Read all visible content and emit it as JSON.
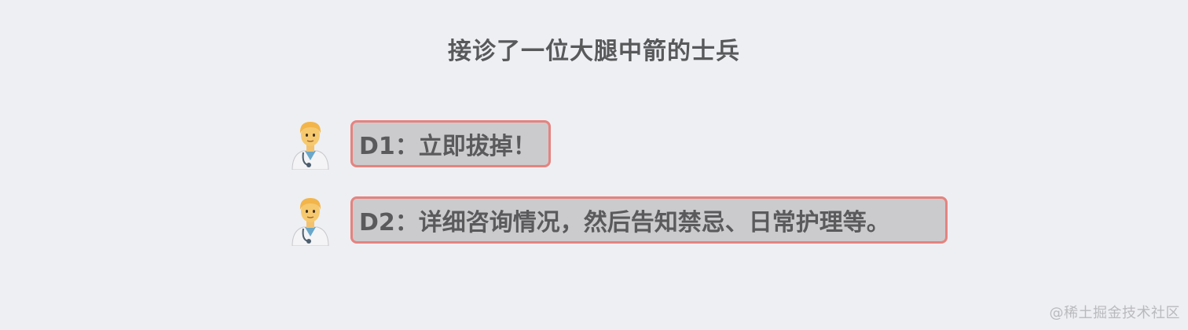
{
  "title": "接诊了一位大腿中箭的士兵",
  "doctors": [
    {
      "icon": "doctor-icon",
      "text": "D1：立即拔掉！"
    },
    {
      "icon": "doctor-icon",
      "text": "D2：详细咨询情况，然后告知禁忌、日常护理等。"
    }
  ],
  "watermark": "@稀土掘金技术社区",
  "colors": {
    "background": "#eeeff3",
    "bubble_fill": "#cbcbcd",
    "bubble_border": "#e5837f",
    "text": "#58595b"
  }
}
